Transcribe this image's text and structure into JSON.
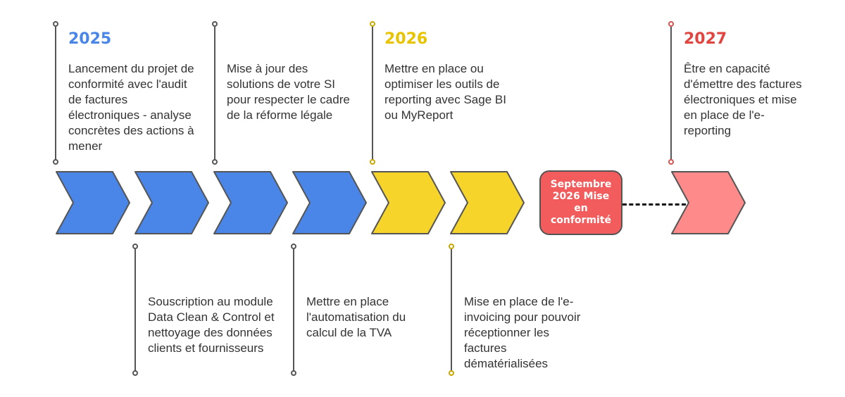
{
  "colors": {
    "blue": "#4a86e8",
    "yellow": "#f6d42a",
    "red": "#f25c5c",
    "salmon": "#ff8a8a"
  },
  "years": [
    "2025",
    "2026",
    "2027"
  ],
  "steps": {
    "s1": "Lancement du projet de conformité avec l'audit de factures électroniques - analyse concrètes des actions à mener",
    "s2": "Souscription au module Data Clean & Control et nettoyage des données clients et fournisseurs",
    "s3": "Mise à jour des solutions de votre SI pour respecter le cadre de la réforme légale",
    "s4": "Mettre en place l'automatisation du calcul de la TVA",
    "s5": "Mettre en place ou optimiser les outils de reporting avec Sage BI ou MyReport",
    "s6": "Mise en place de l'e-invoicing pour pouvoir réceptionner les factures dématérialisées",
    "s7": "Être en capacité d'émettre des factures électroniques et mise en place de l'e-reporting"
  },
  "milestone": "Septembre 2026 Mise en conformité"
}
